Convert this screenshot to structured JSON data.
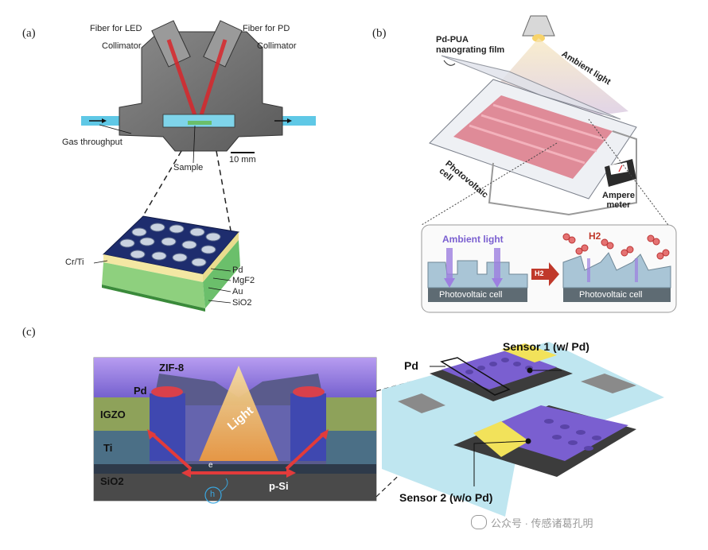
{
  "panels": {
    "a": {
      "letter": "(a)",
      "fiber_led": "Fiber for LED",
      "fiber_pd": "Fiber for PD",
      "collimator_left": "Collimator",
      "collimator_right": "Collimator",
      "gas": "Gas throughput",
      "sample": "Sample",
      "scale": "10 mm",
      "layers": [
        "Pd",
        "MgF2",
        "Au",
        "SiO2"
      ],
      "cr_ti": "Cr/Ti"
    },
    "b": {
      "letter": "(b)",
      "film": "Pd-PUA\nnanograting film",
      "ambient": "Ambient light",
      "pv_cell": "Photovoltaic\ncell",
      "ampere": "Ampere\nmeter",
      "inset_ambient": "Ambient light",
      "inset_h2": "H2",
      "inset_arrow_h2": "H2",
      "inset_pv_left": "Photovoltaic cell",
      "inset_pv_right": "Photovoltaic cell"
    },
    "c": {
      "letter": "(c)",
      "zif8": "ZIF-8",
      "pd_left": "Pd",
      "igzo": "IGZO",
      "ti": "Ti",
      "sio2": "SiO2",
      "light": "Light",
      "e": "e",
      "h": "h",
      "psi": "p-Si",
      "pd_right": "Pd",
      "sensor1": "Sensor 1 (w/ Pd)",
      "sensor2": "Sensor 2 (w/o Pd)"
    }
  },
  "watermark": "公众号 · 传感诸葛孔明",
  "colors": {
    "cyan": "#5fc8e6",
    "metal": "#6e6e6e",
    "red_beam": "#d9262b",
    "purple": "#8a6fd8",
    "yellow": "#f2e25a",
    "green": "#6bbf6b"
  }
}
